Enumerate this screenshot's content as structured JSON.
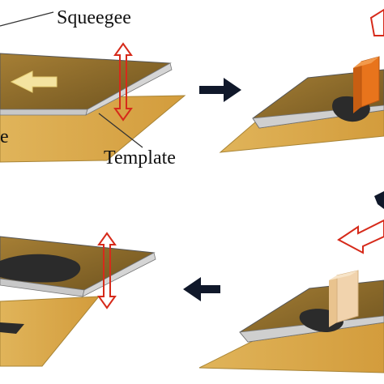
{
  "labels": {
    "squeegee": "Squeegee",
    "template": "Template",
    "cropped_fragment": "e"
  },
  "colors": {
    "substrate": "#d9a84a",
    "substrate_edge": "#9c7a2e",
    "template_top": "#8a6a2c",
    "template_edge": "#bdbdbd",
    "paste": "#2b2b2b",
    "squeegee_active": "#e8741c",
    "squeegee_inactive": "#f1d3ad",
    "motion_arrow_outline": "#d62a1a",
    "motion_arrow_fill": "#ffffff",
    "travel_arrow": "#f4e3a0",
    "step_arrow": "#10182a",
    "label_text": "#111111"
  },
  "icons": {
    "step_arrow": "arrow-right-icon",
    "vertical_motion": "double-vertical-arrow-icon",
    "horizontal_motion": "open-arrow-left-icon"
  }
}
